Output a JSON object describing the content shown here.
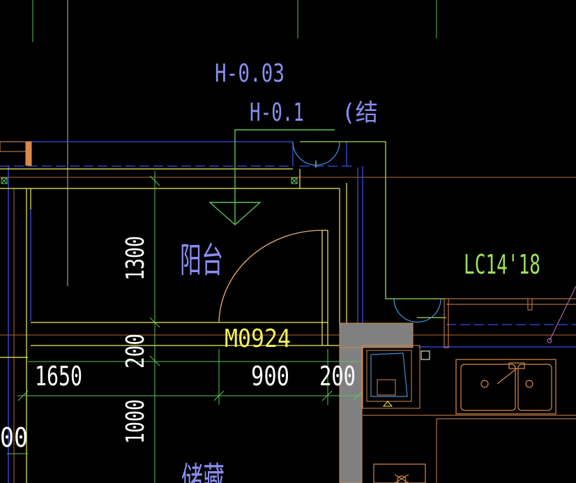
{
  "colors": {
    "background": "#000000",
    "blue": "#3a4ee8",
    "blue_text": "#8a8ef0",
    "yellow": "#f2f25a",
    "green": "#5ec45e",
    "bright_green": "#9ce05a",
    "white": "#ffffff",
    "orange": "#d98a4a",
    "peach": "#f0b07a",
    "gray": "#808080",
    "brown": "#b26a2e",
    "magenta": "#c070d0",
    "cyan": "#3c8fd8"
  },
  "labels": {
    "elev_top": "H-0.03",
    "elev_second": "H-0.1",
    "elev_second_suffix": "(结",
    "room_balcony": "阳台",
    "window_code": "LC14'18",
    "door_code": "M0924",
    "room_bottom": "储藏"
  },
  "dimensions": {
    "vertical_1300": "1300",
    "vertical_200": "200",
    "vertical_1000": "1000",
    "horizontal_1650": "1650",
    "horizontal_900": "900",
    "horizontal_200": "200",
    "edge_00": "00"
  },
  "icons": {
    "elevation_marker": "triangle-elevation-icon",
    "sink": "double-sink-icon",
    "faucet": "faucet-icon",
    "stove": "stove-burner-icon",
    "shaft": "pipe-shaft-icon"
  }
}
